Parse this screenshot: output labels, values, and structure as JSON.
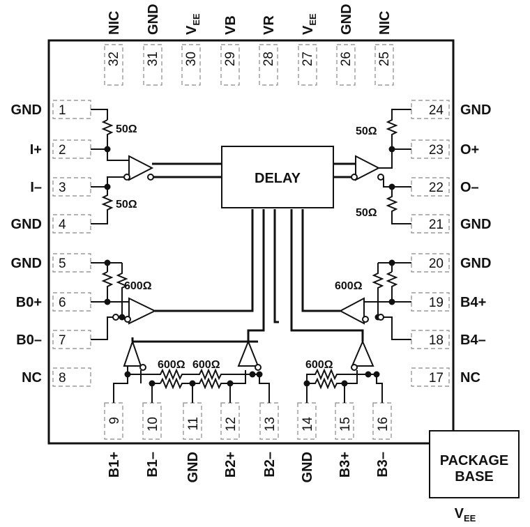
{
  "package": {
    "label_line1": "PACKAGE",
    "label_line2": "BASE",
    "supply": "V",
    "supply_sub": "EE"
  },
  "core": {
    "label": "DELAY"
  },
  "top_pins": [
    {
      "num": "32",
      "name": "NIC"
    },
    {
      "num": "31",
      "name": "GND"
    },
    {
      "num": "30",
      "name": "V",
      "sub": "EE"
    },
    {
      "num": "29",
      "name": "VB"
    },
    {
      "num": "28",
      "name": "VR"
    },
    {
      "num": "27",
      "name": "V",
      "sub": "EE"
    },
    {
      "num": "26",
      "name": "GND"
    },
    {
      "num": "25",
      "name": "NIC"
    }
  ],
  "left_pins": [
    {
      "num": "1",
      "name": "GND"
    },
    {
      "num": "2",
      "name": "I+"
    },
    {
      "num": "3",
      "name": "I–"
    },
    {
      "num": "4",
      "name": "GND"
    },
    {
      "num": "5",
      "name": "GND"
    },
    {
      "num": "6",
      "name": "B0+"
    },
    {
      "num": "7",
      "name": "B0–"
    },
    {
      "num": "8",
      "name": "NC"
    }
  ],
  "right_pins": [
    {
      "num": "24",
      "name": "GND"
    },
    {
      "num": "23",
      "name": "O+"
    },
    {
      "num": "22",
      "name": "O–"
    },
    {
      "num": "21",
      "name": "GND"
    },
    {
      "num": "20",
      "name": "GND"
    },
    {
      "num": "19",
      "name": "B4+"
    },
    {
      "num": "18",
      "name": "B4–"
    },
    {
      "num": "17",
      "name": "NC"
    }
  ],
  "bottom_pins": [
    {
      "num": "9",
      "name": "B1+"
    },
    {
      "num": "10",
      "name": "B1–"
    },
    {
      "num": "11",
      "name": "GND"
    },
    {
      "num": "12",
      "name": "B2+"
    },
    {
      "num": "13",
      "name": "B2–"
    },
    {
      "num": "14",
      "name": "GND"
    },
    {
      "num": "15",
      "name": "B3+"
    },
    {
      "num": "16",
      "name": "B3–"
    }
  ],
  "resistors": {
    "in_top": "50Ω",
    "in_bottom": "50Ω",
    "out_top": "50Ω",
    "out_bottom": "50Ω",
    "b0": "600Ω",
    "b4": "600Ω",
    "b1": "600Ω",
    "b2": "600Ω",
    "b3": "600Ω"
  }
}
